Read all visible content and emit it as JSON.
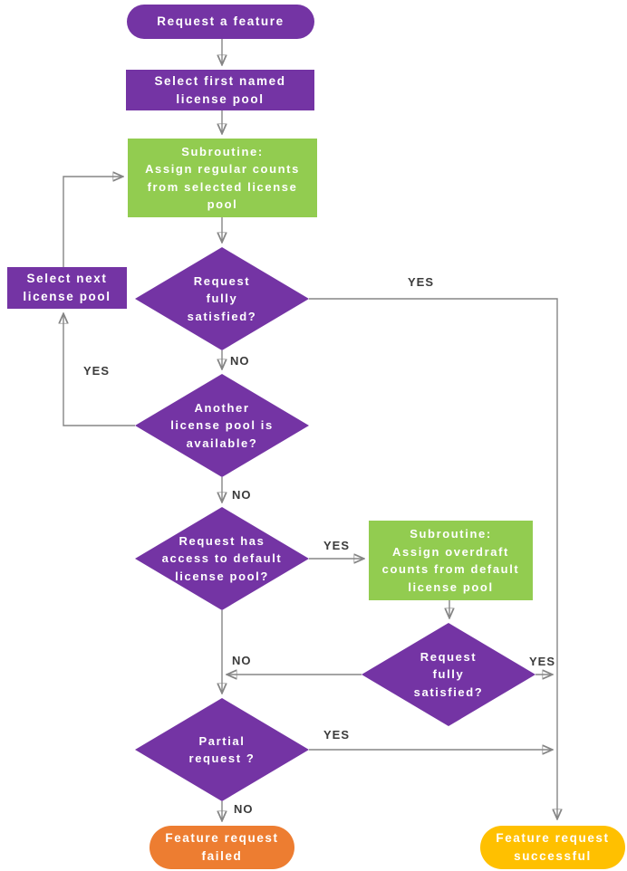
{
  "colors": {
    "node_purple": "#7434A4",
    "node_green": "#92CC50",
    "node_orange": "#ED7D31",
    "node_gold": "#FFC000",
    "connector_gray": "#858585",
    "edge_label_text": "#3b3b3b",
    "node_text": "#ffffff"
  },
  "nodes": {
    "start": {
      "label": "Request a feature",
      "shape": "terminator"
    },
    "select_first": {
      "label": "Select first named\nlicense pool",
      "shape": "process"
    },
    "assign_regular": {
      "label": "Subroutine:\nAssign regular counts\nfrom selected license\npool",
      "shape": "subroutine"
    },
    "fully_satisfied_1": {
      "label": "Request\nfully\nsatisfied?",
      "shape": "decision"
    },
    "select_next": {
      "label": "Select next\nlicense pool",
      "shape": "process"
    },
    "another_pool": {
      "label": "Another\nlicense pool is\navailable?",
      "shape": "decision"
    },
    "default_access": {
      "label": "Request has\naccess to default\nlicense pool?",
      "shape": "decision"
    },
    "assign_overdraft": {
      "label": "Subroutine:\nAssign overdraft\ncounts from default\nlicense pool",
      "shape": "subroutine"
    },
    "fully_satisfied_2": {
      "label": "Request\nfully\nsatisfied?",
      "shape": "decision"
    },
    "partial_request": {
      "label": "Partial\nrequest ?",
      "shape": "decision"
    },
    "failed": {
      "label": "Feature request\nfailed",
      "shape": "terminator"
    },
    "successful": {
      "label": "Feature request\nsuccessful",
      "shape": "terminator"
    }
  },
  "edge_labels": {
    "d1_yes": "YES",
    "d1_no": "NO",
    "d2_yes": "YES",
    "d2_no": "NO",
    "d3_yes": "YES",
    "d4_yes": "YES",
    "d4_no": "NO",
    "d5_yes": "YES",
    "d5_no": "NO"
  }
}
